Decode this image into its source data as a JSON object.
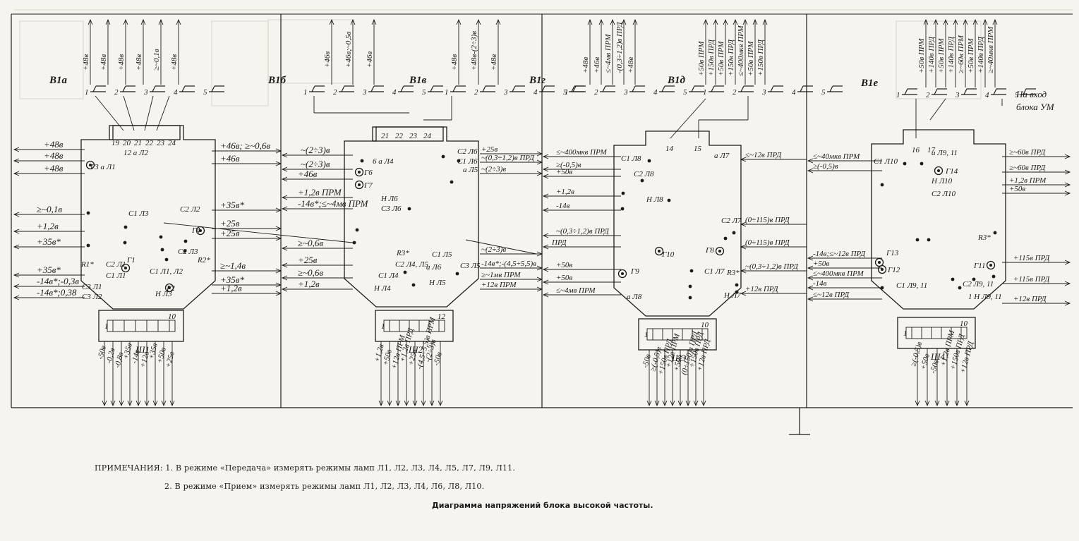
{
  "notes": {
    "line1": "ПРИМЕЧАНИЯ: 1. В режиме «Передача» измерять режимы ламп Л1, Л2, Л3, Л4, Л5, Л7, Л9, Л11.",
    "line2": "2. В режиме «Прием» измерять режимы ламп Л1, Л2, Л3, Л4, Л6, Л8, Л10."
  },
  "caption": "Диаграмма напряжений блока высокой частоты.",
  "sections": [
    {
      "switch": "В1а",
      "connector": "Ш1",
      "switch_pins": [
        "1",
        "2",
        "3",
        "4",
        "5"
      ],
      "top_voltages": [
        "+48в",
        "+48в",
        "+48в",
        "+48в",
        "≥~0,1в",
        "+48в"
      ],
      "socket_pins": [
        "19",
        "20",
        "21",
        "22",
        "23",
        "24"
      ],
      "bottom_voltages": [
        "-50в",
        "-0,2в",
        "-0,8в",
        "+35в",
        "-14в",
        "+12в",
        "+35в",
        "+50в",
        "+25в"
      ],
      "left_labels": [
        "+48в",
        "+48в",
        "+48в",
        "≥~0,1в",
        "+1,2в",
        "+35в*",
        "+35в*",
        "-14в*;-0,3в",
        "-14в*;0,38"
      ],
      "inner_labels": [
        "Г3 а Л1",
        "12 а Л2",
        "С1 Л3",
        "С2 Л2",
        "С1 Л1",
        "С2 Л1",
        "С3 Л1",
        "С3 Л2",
        "С1 Л1, Л2",
        "Н Л3",
        "Г1",
        "Г2",
        "Г4",
        "С2 Л3",
        "R1*",
        "R2*"
      ],
      "right_labels": [
        "+46в; ≥~0,6в",
        "+46в",
        "+35в*",
        "+25в",
        "+25в",
        "≥~1,4в",
        "+35в*",
        "+1,2в"
      ]
    },
    {
      "switch": "В1б",
      "connector": "Ш2",
      "switch_pins": [
        "1",
        "2",
        "3",
        "4",
        "5"
      ],
      "top_voltages": [
        "+46в",
        "+46в;~0,5в",
        "+46в"
      ],
      "socket_pins": [
        "21",
        "22",
        "23",
        "24"
      ],
      "bottom_voltages": [
        "+1,2в",
        "+50в",
        "+12в ПРМ",
        "+1,2в ПРД",
        "+25в",
        "-(4,5÷5,5)в ПРМ",
        "-(2÷3)в",
        "-50в"
      ],
      "left_labels": [
        "~(2÷3)в",
        "~(2÷3)в",
        "+46в",
        "+1,2в ПРМ",
        "-14в*;≤~4мв ПРМ",
        "≥~0,6в",
        "+25в",
        "≥~0,6в",
        "+1,2в"
      ],
      "inner_labels": [
        "6 а Л4",
        "Г6",
        "Г7",
        "Н Л6",
        "С3 Л6",
        "С1 Л5",
        "С2 Л4, Л5",
        "С1 Л4",
        "Н Л4",
        "а Л6",
        "С3 Л5",
        "Н Л5",
        "а Л5",
        "С1 Л6",
        "С2 Л6",
        "R3*"
      ]
    },
    {
      "switch": "В1в",
      "switch_pins": [
        "1",
        "2",
        "3",
        "4",
        "5"
      ],
      "top_voltages": [
        "+48в",
        "+48в-(2÷3)в",
        "+48в"
      ],
      "right_labels": [
        "+25в",
        "~(0,3÷1,2)в ПРД",
        "~(2÷3)в",
        "~(2÷3)в",
        "-14в*;-(4,5÷5,5)в",
        "≥~1мв ПРМ",
        "+12в ПРМ"
      ]
    },
    {
      "switch": "В1г",
      "connector": "Ш3",
      "switch_pins": [
        "1",
        "2",
        "3",
        "4",
        "5"
      ],
      "top_voltages": [
        "+48в",
        "+46в",
        "≤~4мв ПРМ",
        "-(0,3÷1,2)в ПРД",
        "+48в"
      ],
      "socket_pins": [
        "14",
        "15"
      ],
      "bottom_voltages": [
        "-50в",
        "≥(-0,5)в",
        "+150в ПРД",
        "+12в ПРМ",
        "+50в",
        "(0÷150)в ПРД",
        "+150в ПРД",
        "+12в ПРД"
      ],
      "left_labels": [
        "≤~400мкв ПРМ",
        "≥(-0,5)в",
        "+50в",
        "+1,2в",
        "-14в",
        "~(0,3÷1,2)в ПРД",
        "ПРД",
        "+50в",
        "+50в",
        "≤~4мв ПРМ"
      ],
      "inner_labels": [
        "С1 Л8",
        "С2 Л8",
        "Н Л8",
        "а Л7",
        "С2 Л7",
        "С1 Л7",
        "Н Л7",
        "Г10",
        "Г8",
        "Г9",
        "а Л8",
        "R3*"
      ],
      "right_labels": [
        "≤~12в ПРД",
        "(0÷115)в ПРД",
        "(0÷115)в ПРД",
        "~(0,3÷1,2)в ПРД",
        "+12в ПРД"
      ]
    },
    {
      "switch": "В1д",
      "switch_pins": [
        "1",
        "2",
        "3",
        "4",
        "5"
      ],
      "top_voltages": [
        "+50в ПРМ",
        "+150в ПРД",
        "+50в ПРМ",
        "+150в ПРД",
        "≤~400мкв ПРМ",
        "+50в ПРМ",
        "+150в ПРД"
      ]
    },
    {
      "switch": "В1е",
      "connector": "Ш4",
      "switch_pins": [
        "1",
        "2",
        "3",
        "4",
        "5"
      ],
      "top_voltages": [
        "+50в ПРМ",
        "+140в ПРД",
        "+50в ПРМ",
        "+140в ПРД",
        "≥~60в ПРМ",
        "+50в ПРМ",
        "+140в ПРД",
        "≥~40мкв ПРМ"
      ],
      "socket_pins": [
        "16",
        "17"
      ],
      "bottom_voltages": [
        "≥(-0,5)в",
        "+50в",
        "-50в",
        "+1,2в ПРМ",
        "+150в ПРД",
        "+12в ПРД"
      ],
      "left_labels": [
        "≤~40мкв ПРМ",
        "≥(-0,5)в",
        "-14в;≤~12в ПРД",
        "+50в",
        "≤~400мкв ПРМ",
        "-14в",
        "≤~12в ПРД"
      ],
      "inner_labels": [
        "С1 Л10",
        "а Л9, 11",
        "Г14",
        "Н Л10",
        "С2 Л10",
        "Г13",
        "Г12",
        "Г11",
        "С1 Л9, 11",
        "С2 Л9, 11",
        "1 Н Л9, 11",
        "R3*"
      ],
      "right_labels": [
        "≥~60в ПРД",
        "≥~60в ПРД",
        "+1,2в ПРМ",
        "+50в",
        "+115в ПРД",
        "+115в ПРД",
        "+12в ПРД"
      ],
      "output_label": "На вход блока УМ"
    }
  ]
}
